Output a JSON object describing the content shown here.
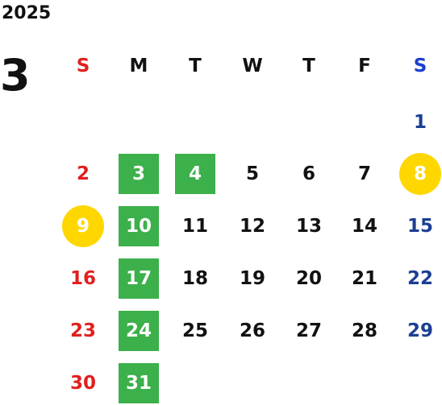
{
  "year": "2025",
  "month": "3",
  "weekdays": [
    {
      "label": "S",
      "color": "#e02020"
    },
    {
      "label": "M",
      "color": "#111111"
    },
    {
      "label": "T",
      "color": "#111111"
    },
    {
      "label": "W",
      "color": "#111111"
    },
    {
      "label": "T",
      "color": "#111111"
    },
    {
      "label": "F",
      "color": "#111111"
    },
    {
      "label": "S",
      "color": "#1a3fd0"
    }
  ],
  "colors": {
    "sunday": "#e02020",
    "saturday": "#1c3f94",
    "weekday": "#111111",
    "green_highlight": "#3cb04a",
    "yellow_highlight": "#ffd700"
  },
  "weeks": [
    [
      null,
      null,
      null,
      null,
      null,
      null,
      {
        "day": "1"
      }
    ],
    [
      {
        "day": "2"
      },
      {
        "day": "3",
        "highlight": "green"
      },
      {
        "day": "4",
        "highlight": "green"
      },
      {
        "day": "5"
      },
      {
        "day": "6"
      },
      {
        "day": "7"
      },
      {
        "day": "8",
        "highlight": "yellow"
      }
    ],
    [
      {
        "day": "9",
        "highlight": "yellow"
      },
      {
        "day": "10",
        "highlight": "green"
      },
      {
        "day": "11"
      },
      {
        "day": "12"
      },
      {
        "day": "13"
      },
      {
        "day": "14"
      },
      {
        "day": "15"
      }
    ],
    [
      {
        "day": "16"
      },
      {
        "day": "17",
        "highlight": "green"
      },
      {
        "day": "18"
      },
      {
        "day": "19"
      },
      {
        "day": "20"
      },
      {
        "day": "21"
      },
      {
        "day": "22"
      }
    ],
    [
      {
        "day": "23"
      },
      {
        "day": "24",
        "highlight": "green"
      },
      {
        "day": "25"
      },
      {
        "day": "26"
      },
      {
        "day": "27"
      },
      {
        "day": "28"
      },
      {
        "day": "29"
      }
    ],
    [
      {
        "day": "30"
      },
      {
        "day": "31",
        "highlight": "green"
      },
      null,
      null,
      null,
      null,
      null
    ]
  ]
}
